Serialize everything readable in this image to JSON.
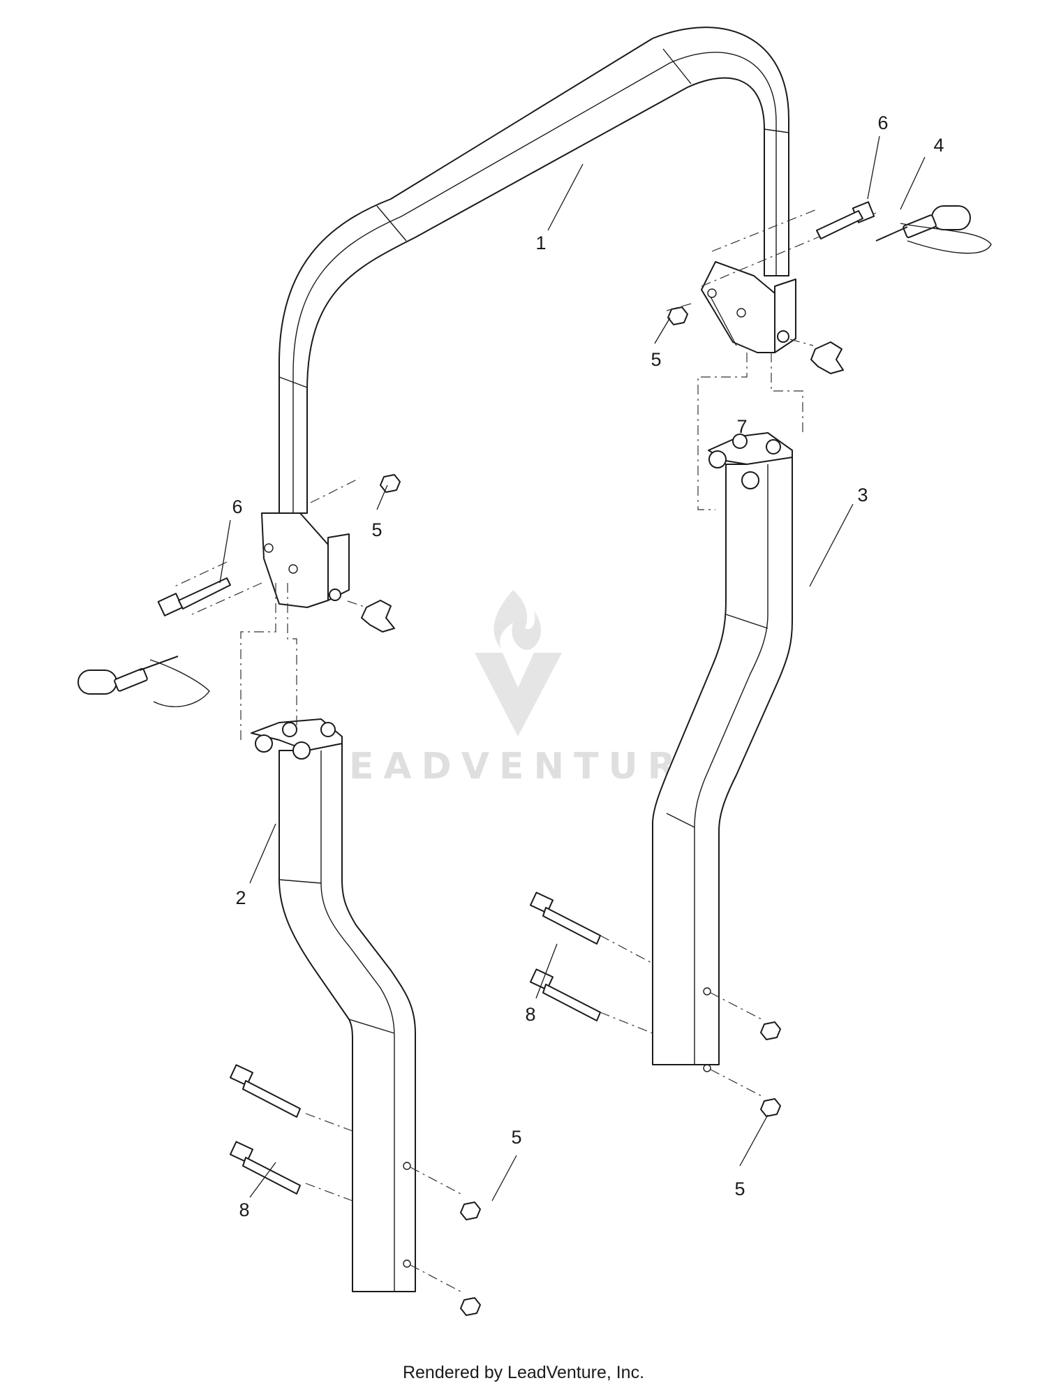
{
  "diagram": {
    "callouts": [
      "1",
      "2",
      "3",
      "4",
      "5",
      "6",
      "7",
      "8"
    ],
    "watermark_text": "LEADVENTURE"
  },
  "footer": {
    "text": "Rendered by LeadVenture, Inc."
  }
}
